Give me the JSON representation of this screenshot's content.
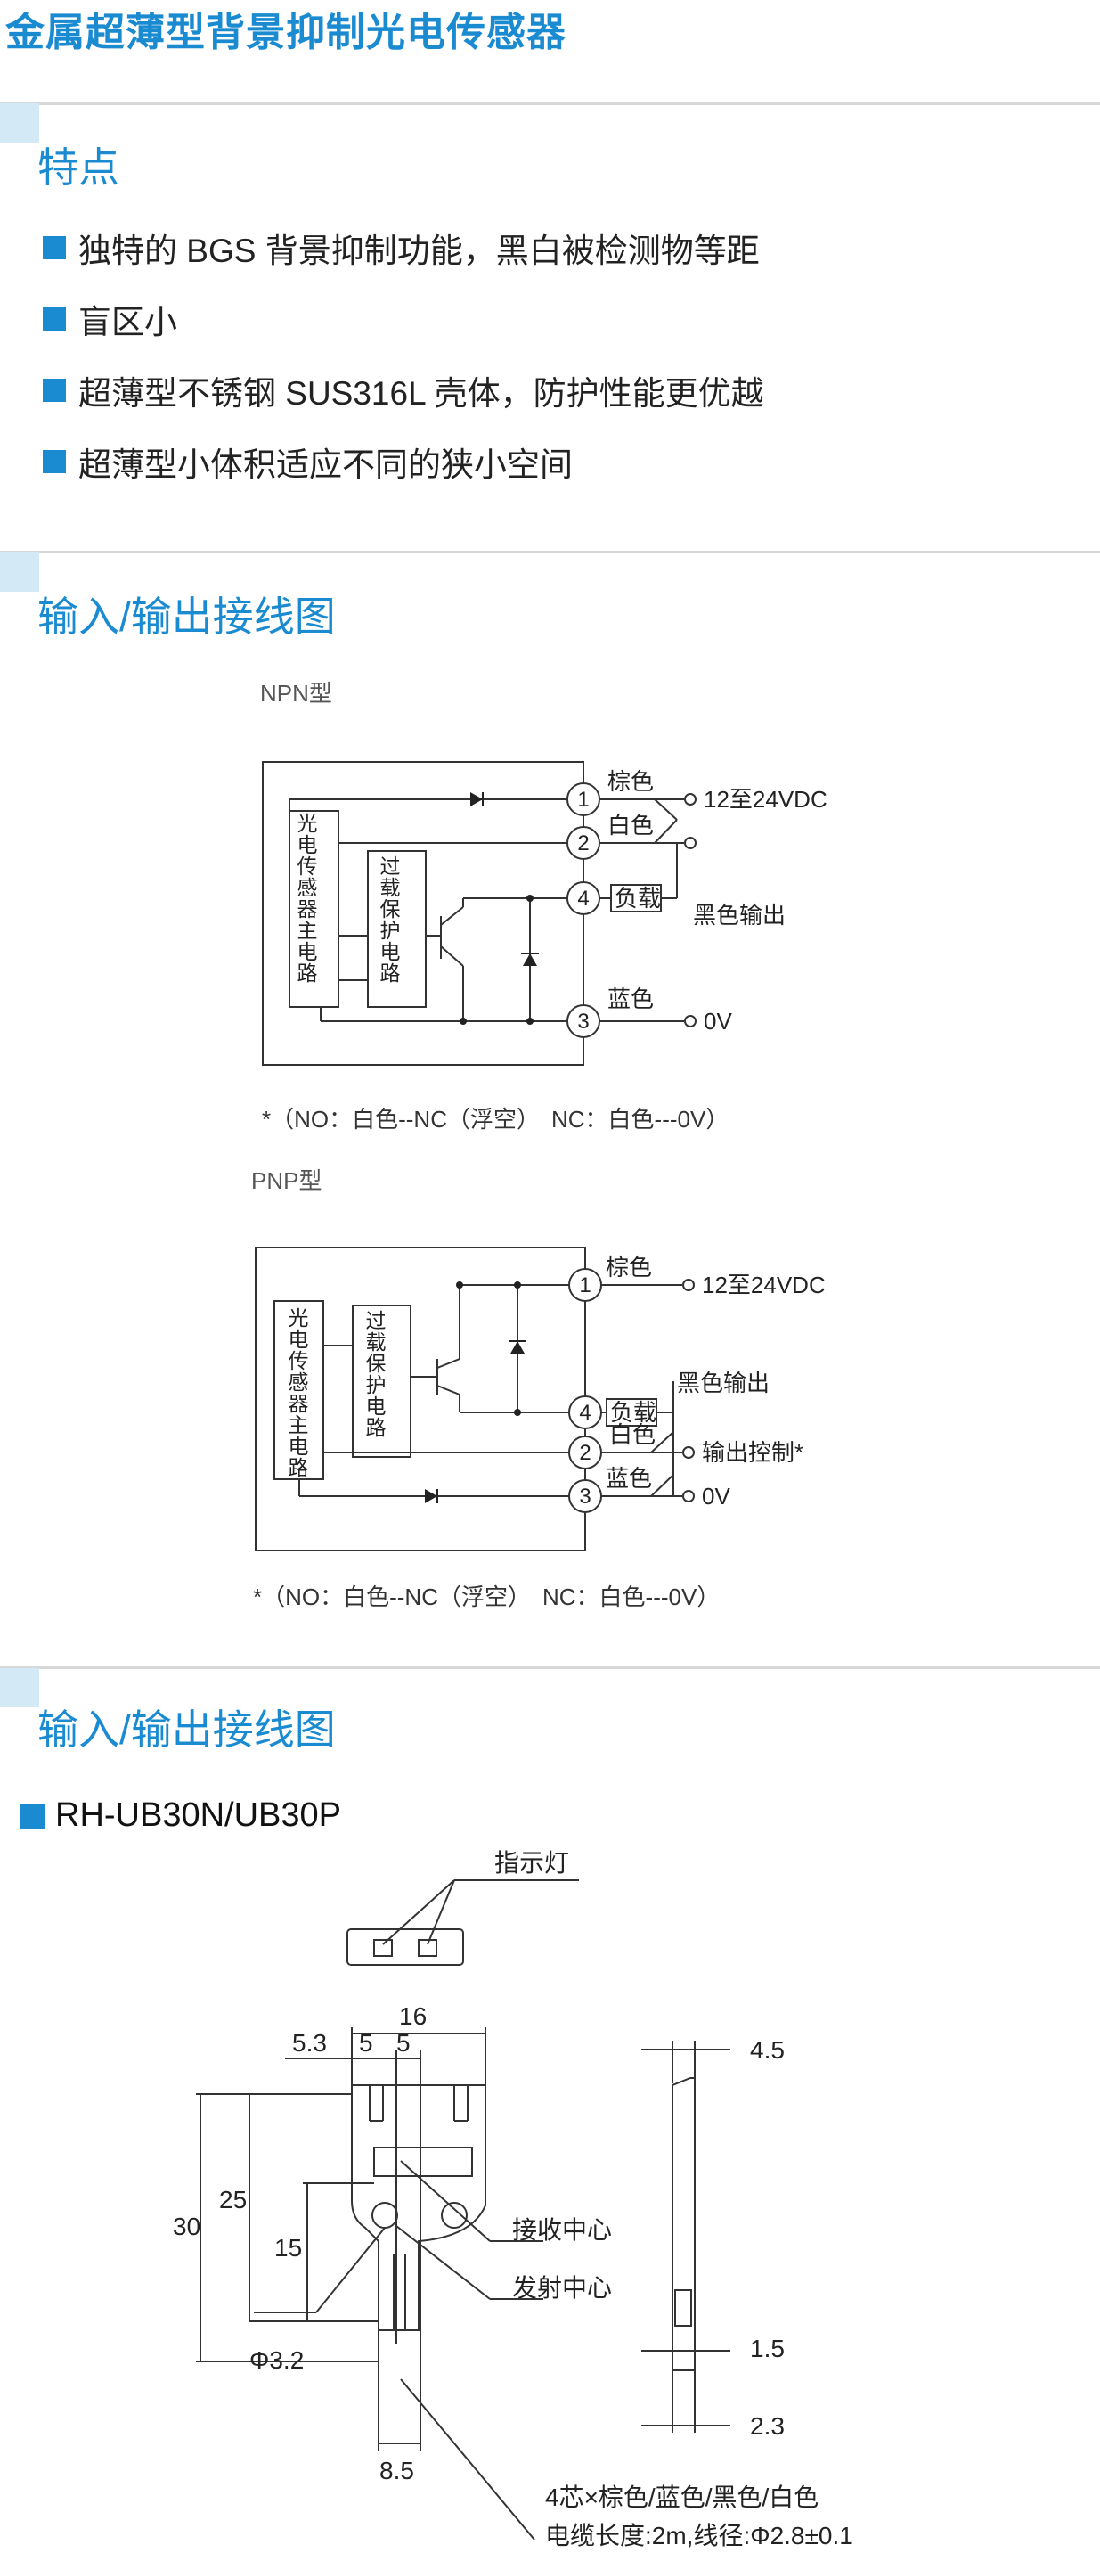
{
  "page_title": "金属超薄型背景抑制光电传感器",
  "features": {
    "heading": "特点",
    "items": [
      "独特的 BGS 背景抑制功能，黑白被检测物等距",
      "盲区小",
      "超薄型不锈钢 SUS316L 壳体，防护性能更优越",
      "超薄型小体积适应不同的狭小空间"
    ]
  },
  "wiring": {
    "heading": "输入/输出接线图",
    "npn": {
      "type_label": "NPN型",
      "main_circuit": "光电传感器主电路",
      "protect_circuit": "过载保护电路",
      "wire_brown": "棕色",
      "wire_white": "白色",
      "wire_blue": "蓝色",
      "supply": "12至24VDC",
      "load": "负载",
      "output": "黑色输出",
      "zero_v": "0V",
      "pins": [
        "1",
        "2",
        "4",
        "3"
      ],
      "note": "*（NO：白色--NC（浮空）　NC：白色---0V）"
    },
    "pnp": {
      "type_label": "PNP型",
      "main_circuit": "光电传感器主电路",
      "protect_circuit": "过载保护电路",
      "wire_brown": "棕色",
      "wire_white": "白色",
      "wire_blue": "蓝色",
      "supply": "12至24VDC",
      "load": "负载",
      "output": "黑色输出",
      "control": "输出控制*",
      "zero_v": "0V",
      "pins": [
        "1",
        "4",
        "2",
        "3"
      ],
      "note": "*（NO：白色--NC（浮空）　NC：白色---0V）"
    }
  },
  "dimensions": {
    "heading": "输入/输出接线图",
    "model": "RH-UB30N/UB30P",
    "indicator": "指示灯",
    "dim_16": "16",
    "dim_5_3": "5.3",
    "dim_5a": "5",
    "dim_5b": "5",
    "dim_30": "30",
    "dim_25": "25",
    "dim_15": "15",
    "receive_center": "接收中心",
    "emit_center": "发射中心",
    "hole": "Φ3.2",
    "dim_8_5": "8.5",
    "dim_4_5": "4.5",
    "dim_1_5": "1.5",
    "dim_2_3": "2.3",
    "cable_line1": "4芯×棕色/蓝色/黑色/白色",
    "cable_line2": "电缆长度:2m,线径:Φ2.8±0.1"
  },
  "colors": {
    "accent": "#1a8bd0",
    "accent_light": "#d3e9f6",
    "divider": "#d6d8da"
  }
}
